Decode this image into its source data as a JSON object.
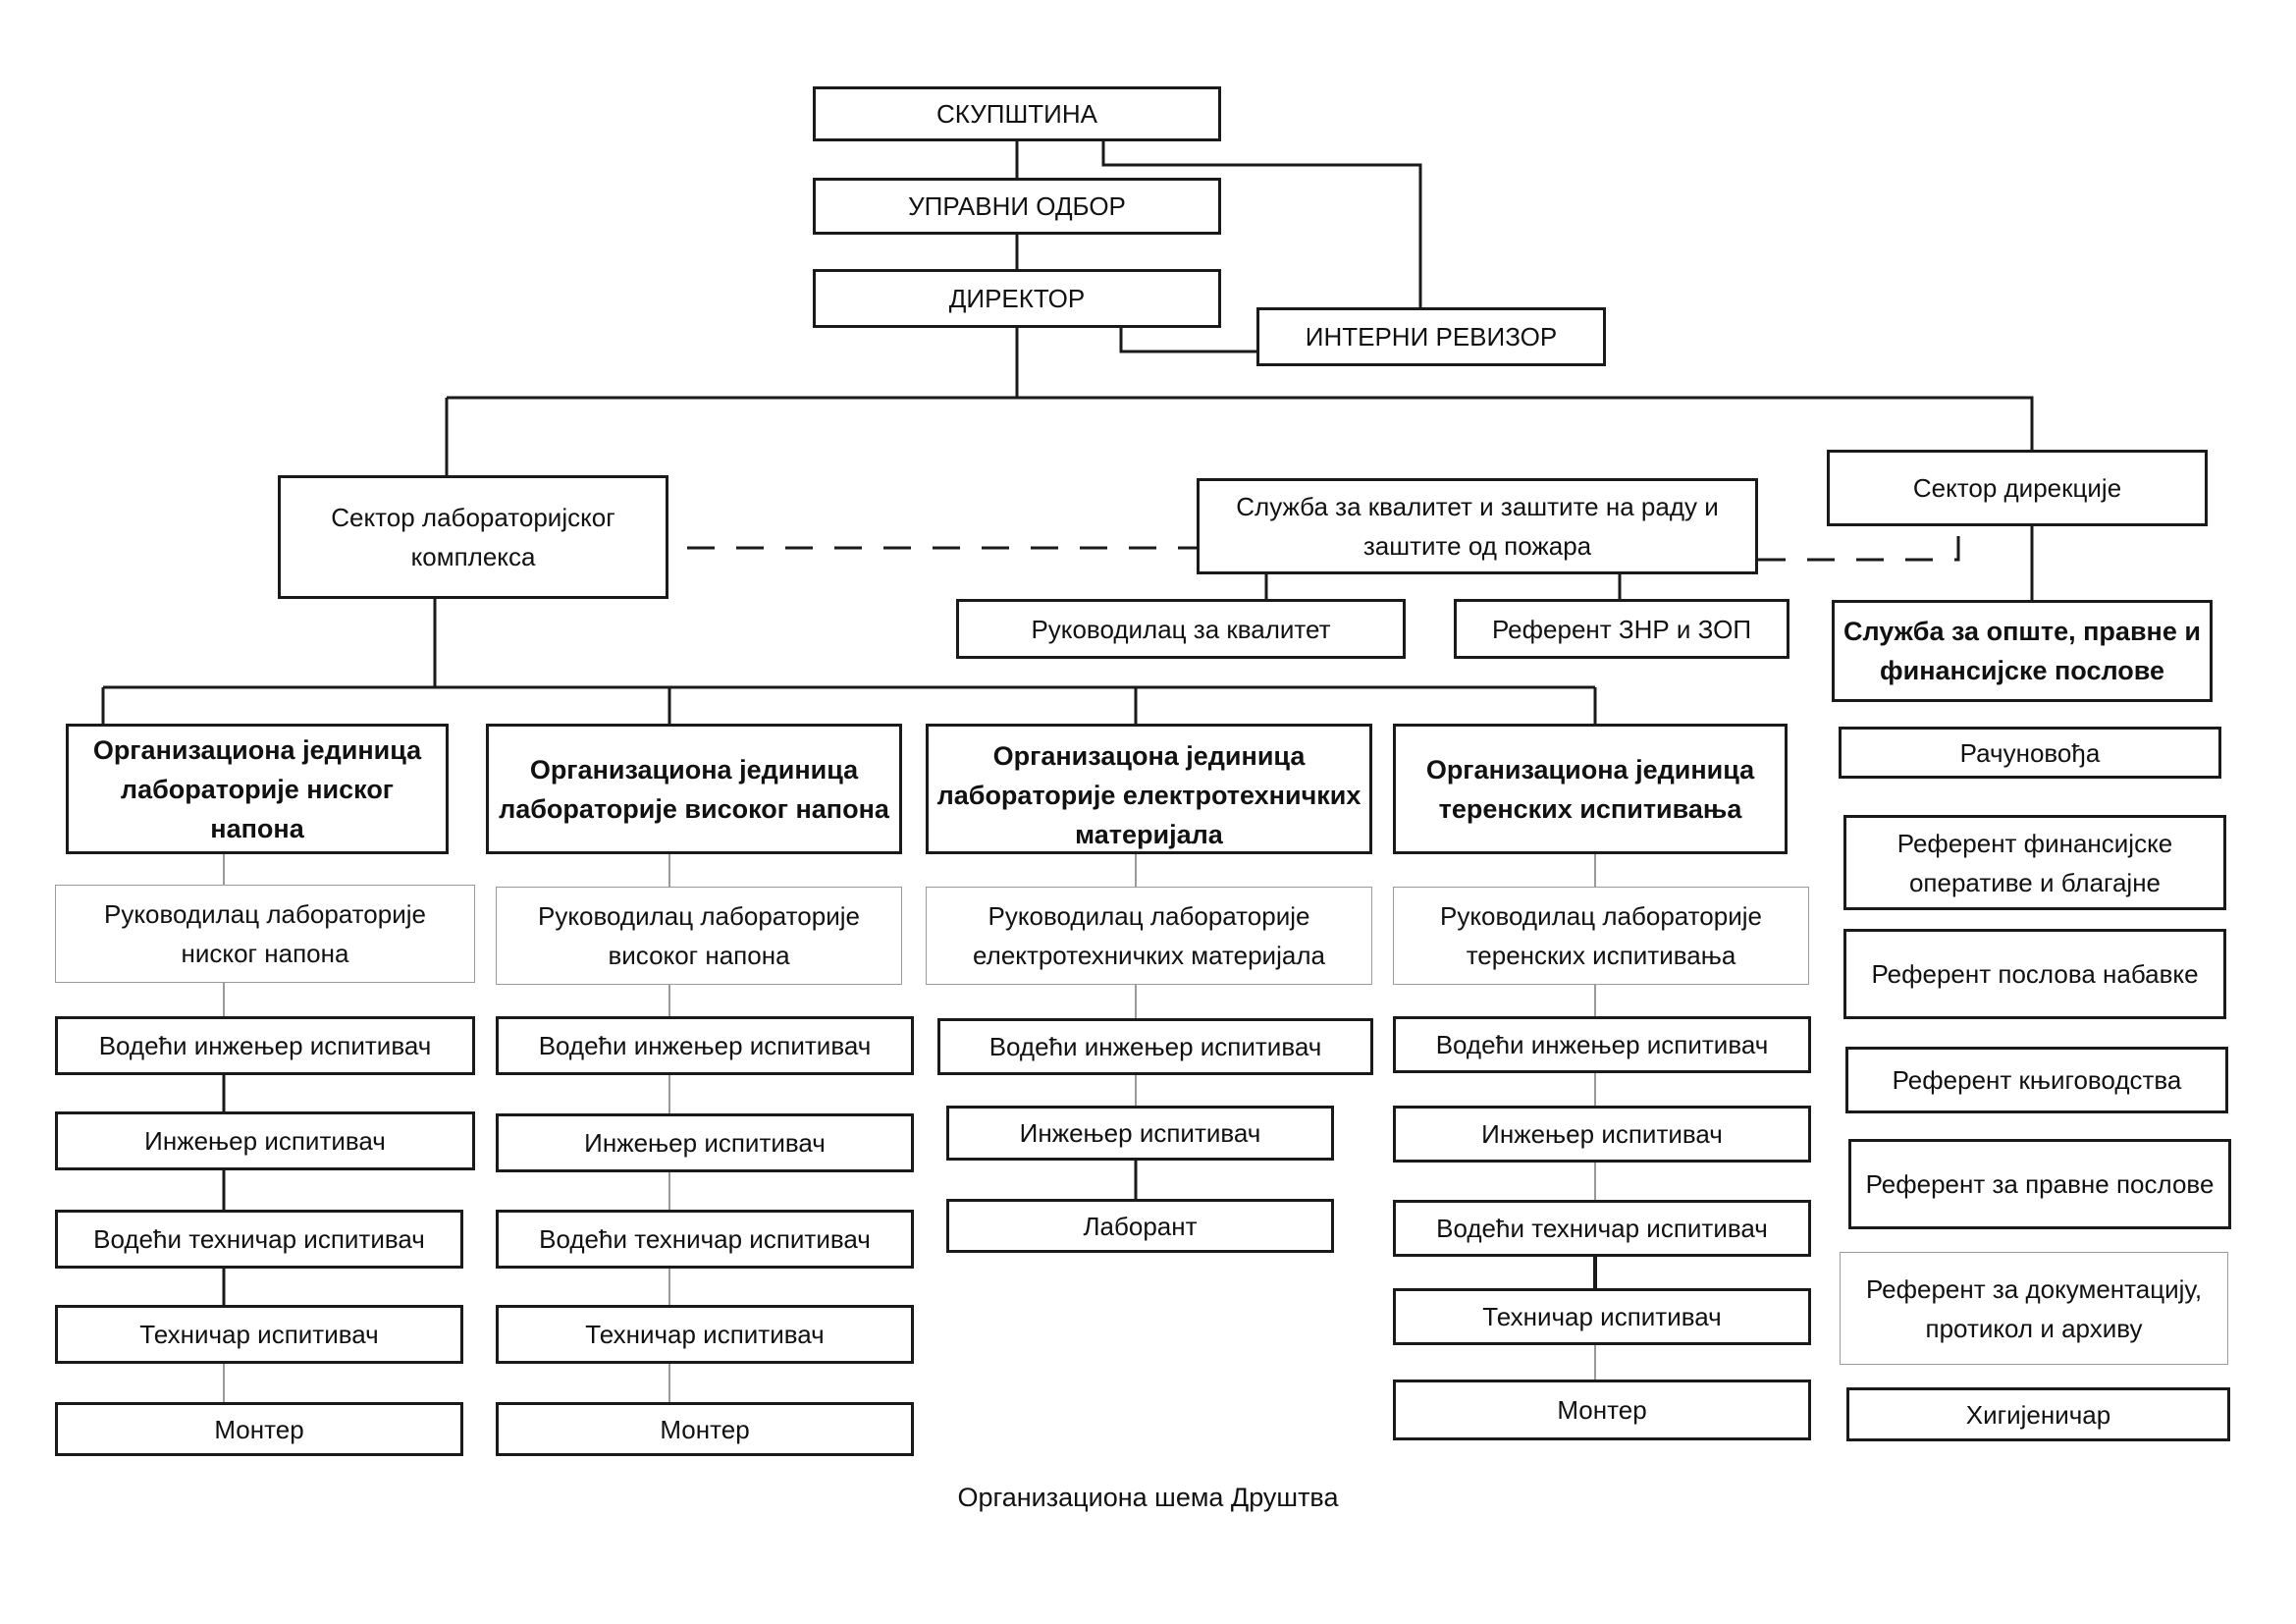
{
  "nodes": {
    "skupstina": "СКУПШТИНА",
    "upravni_odbor": "УПРАВНИ ОДБОР",
    "direktor": "ДИРЕКТОР",
    "interni_revizor": "ИНТЕРНИ РЕВИЗОР",
    "sektor_lab": "Сектор лабораторијског комплекса",
    "sluzba_kvalitet": "Служба за квалитет и заштите на раду и заштите од пожара",
    "sektor_direkcije": "Сектор дирекције",
    "rukovodilac_kvalitet": "Руководилац за квалитет",
    "referent_znr": "Референт ЗНР и ЗОП",
    "sluzba_opste": "Служба за опште, правне и финансијске послове",
    "oj_nn": "Организациона јединица лабораторије ниског напона",
    "oj_vn": "Организациона јединица лабораторије високог напона",
    "oj_etm": "Организацона јединица лабораторије електротехничких материјала",
    "oj_ter": "Организациона јединица теренских испитивања",
    "nn_rukovodilac": "Руководилац лабораторије ниског напона",
    "nn_vodeci_inz": "Водећи инжењер испитивач",
    "nn_inz": "Инжењер испитивач",
    "nn_vodeci_teh": "Водећи техничар испитивач",
    "nn_teh": "Техничар испитивач",
    "nn_monter": "Монтер",
    "vn_rukovodilac": "Руководилац лабораторије високог напона",
    "vn_vodeci_inz": "Водећи инжењер испитивач",
    "vn_inz": "Инжењер испитивач",
    "vn_vodeci_teh": "Водећи техничар испитивач",
    "vn_teh": "Техничар испитивач",
    "vn_monter": "Монтер",
    "etm_rukovodilac": "Руководилац лабораторије електротехничких материјала",
    "etm_vodeci_inz": "Водећи инжењер испитивач",
    "etm_inz": "Инжењер испитивач",
    "etm_laborant": "Лаборант",
    "ter_rukovodilac": "Руководилац лабораторије теренских испитивања",
    "ter_vodeci_inz": "Водећи инжењер испитивач",
    "ter_inz": "Инжењер испитивач",
    "ter_vodeci_teh": "Водећи техничар испитивач",
    "ter_teh": "Техничар испитивач",
    "ter_monter": "Монтер",
    "racunovodja": "Рачуновођа",
    "ref_finansijske": "Референт финансијске оперативе и благајне",
    "ref_nabavke": "Референт послова набавке",
    "ref_knjigovodstva": "Референт књиговодства",
    "ref_pravne": "Референт за правне послове",
    "ref_dokumentaciju": "Референт за документацију, протикол и архиву",
    "higijenicar": "Хигијеничар"
  },
  "caption": "Организациона шема Друштва",
  "colors": {
    "line": "#1a1a1a",
    "thin_border": "#9a9a9a"
  }
}
